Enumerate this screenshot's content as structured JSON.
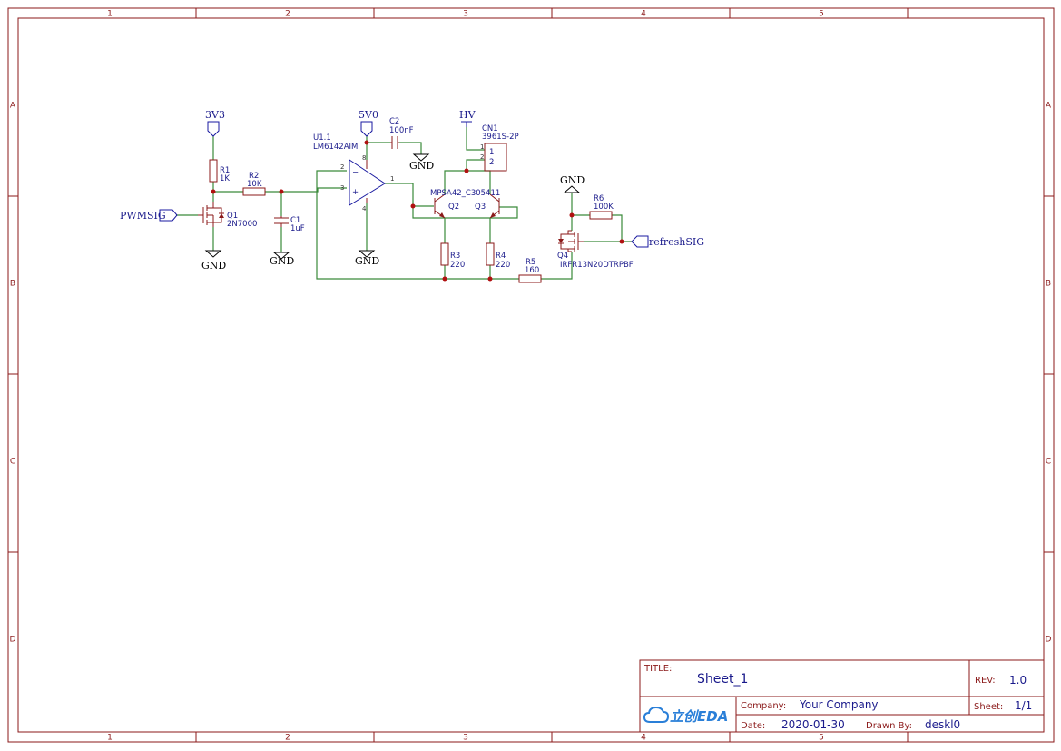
{
  "sheet": {
    "columns": [
      "1",
      "2",
      "3",
      "4",
      "5"
    ],
    "rows": [
      "A",
      "B",
      "C",
      "D"
    ]
  },
  "components": {
    "r1": {
      "ref": "R1",
      "value": "1K"
    },
    "r2": {
      "ref": "R2",
      "value": "10K"
    },
    "r3": {
      "ref": "R3",
      "value": "220"
    },
    "r4": {
      "ref": "R4",
      "value": "220"
    },
    "r5": {
      "ref": "R5",
      "value": "160"
    },
    "r6": {
      "ref": "R6",
      "value": "100K"
    },
    "c1": {
      "ref": "C1",
      "value": "1uF"
    },
    "c2": {
      "ref": "C2",
      "value": "100nF"
    },
    "q1": {
      "ref": "Q1",
      "value": "2N7000"
    },
    "q2": {
      "ref": "Q2"
    },
    "q3": {
      "ref": "Q3"
    },
    "q23": {
      "value": "MPSA42_C305411"
    },
    "q4": {
      "ref": "Q4",
      "value": "IRFR13N20DTRPBF"
    },
    "u1": {
      "ref": "U1.1",
      "value": "LM6142AIM",
      "pin_minus": "2",
      "pin_plus": "3",
      "pin_out": "1",
      "pin_vcc": "8",
      "pin_gnd": "4",
      "sym_minus": "−",
      "sym_plus": "+"
    },
    "cn1": {
      "ref": "CN1",
      "value": "3961S-2P",
      "pin1": "1",
      "pin2": "2"
    }
  },
  "nets": {
    "v3v3": "3V3",
    "v5v0": "5V0",
    "hv": "HV",
    "gnd": "GND",
    "pwmsig": "PWMSIG",
    "refreshsig": "refreshSIG"
  },
  "titleblock": {
    "title_label": "TITLE:",
    "title": "Sheet_1",
    "rev_label": "REV:",
    "rev": "1.0",
    "company_label": "Company:",
    "company": "Your Company",
    "sheet_label": "Sheet:",
    "sheet": "1/1",
    "date_label": "Date:",
    "date": "2020-01-30",
    "drawn_label": "Drawn By:",
    "drawn": "deskl0",
    "logo": "立创EDA"
  },
  "colors": {
    "frame": "#8b1a1a",
    "wire": "#3a8a3a",
    "net_label": "#1a1a8b",
    "junction": "#b01010",
    "logo": "#2a7fd8"
  }
}
